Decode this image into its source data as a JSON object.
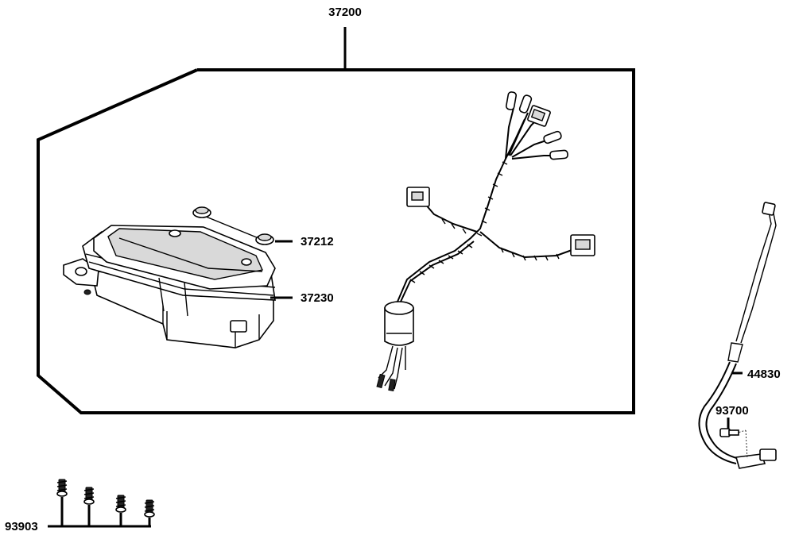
{
  "labels": {
    "assembly": "37200",
    "grommet": "37212",
    "meter_case": "37230",
    "speedometer_cable": "44830",
    "bolt": "93700",
    "screws": "93903"
  },
  "icons": {
    "meter": "speedometer-unit-icon",
    "harness": "wire-harness-icon",
    "cable": "speedometer-cable-icon",
    "screw": "tapping-screw-icon"
  }
}
